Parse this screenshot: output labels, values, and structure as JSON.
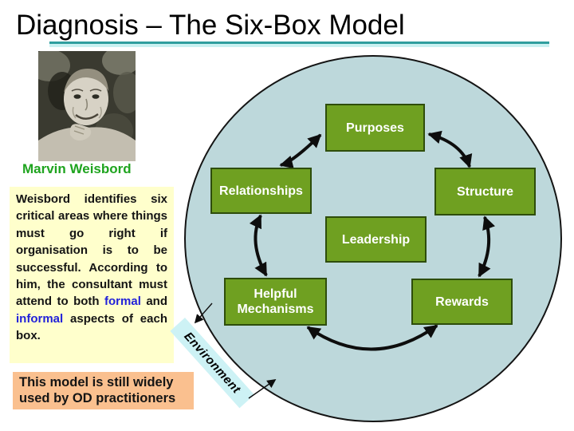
{
  "title": "Diagnosis – The Six-Box Model",
  "photo_caption": "Marvin Weisbord",
  "description": {
    "part1": "Weisbord identifies six critical areas where things must go right if organisation is to be successful. According to him, the consultant must attend to both ",
    "formal_word": "formal",
    "part2": " and ",
    "informal_word": "informal",
    "part3": " aspects of each box."
  },
  "footer_note": "This model is still widely used by OD practitioners",
  "diagram": {
    "environment_label": "Environment",
    "boxes": [
      {
        "id": "purposes",
        "label": "Purposes"
      },
      {
        "id": "relationships",
        "label": "Relationships"
      },
      {
        "id": "structure",
        "label": "Structure"
      },
      {
        "id": "leadership",
        "label": "Leadership"
      },
      {
        "id": "helpful-mechanisms",
        "label": "Helpful Mechanisms"
      },
      {
        "id": "rewards",
        "label": "Rewards"
      }
    ],
    "colors": {
      "box_fill": "#6fa021",
      "box_border": "#2e4d0b",
      "box_text": "#ffffff",
      "circle_fill": "#bdd8db",
      "circle_border": "#141414",
      "arrow_black": "#0d0d0d",
      "environment_bg": "#cdf2f5",
      "title_rule_teal": "#2f9e9e",
      "title_rule_light": "#c9f1f1",
      "caption_green": "#1fa41f",
      "description_bg": "#ffffcc",
      "note_bg": "#fac08f",
      "highlight_blue": "#2121d9"
    }
  }
}
